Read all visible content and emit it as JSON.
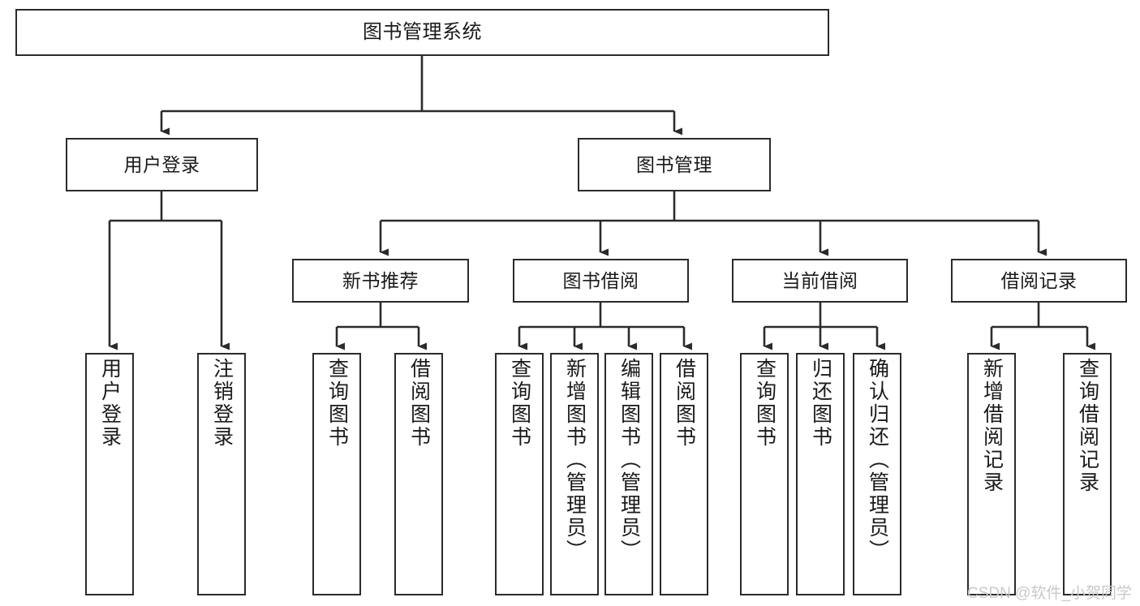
{
  "diagram": {
    "title": "图书管理系统",
    "type": "tree-hierarchy",
    "watermark": "CSDN @软件_小贺同学",
    "colors": {
      "box_border": "#2b2b2b",
      "box_fill": "#ffffff",
      "edge": "#2b2b2b",
      "text": "#1a1a1a",
      "watermark": "#c9c9c9",
      "background": "#ffffff"
    },
    "nodes": {
      "root": {
        "label": "图书管理系统"
      },
      "level2": [
        {
          "id": "user-login",
          "label": "用户登录"
        },
        {
          "id": "book-manage",
          "label": "图书管理"
        }
      ],
      "level3": [
        {
          "id": "new-book-recommend",
          "label": "新书推荐"
        },
        {
          "id": "book-borrow",
          "label": "图书借阅"
        },
        {
          "id": "current-borrow",
          "label": "当前借阅"
        },
        {
          "id": "borrow-record",
          "label": "借阅记录"
        }
      ],
      "leaves": {
        "user_login": [
          {
            "id": "leaf-user-login",
            "label": "用户登录"
          },
          {
            "id": "leaf-logout-login",
            "label": "注销登录"
          }
        ],
        "new_book_recommend": [
          {
            "id": "leaf-query-book-1",
            "label": "查询图书"
          },
          {
            "id": "leaf-borrow-book-1",
            "label": "借阅图书"
          }
        ],
        "book_borrow": [
          {
            "id": "leaf-query-book-2",
            "label": "查询图书"
          },
          {
            "id": "leaf-add-book",
            "label": "新增图书（管理员）"
          },
          {
            "id": "leaf-edit-book",
            "label": "编辑图书（管理员）"
          },
          {
            "id": "leaf-borrow-book-2",
            "label": "借阅图书"
          }
        ],
        "current_borrow": [
          {
            "id": "leaf-query-book-3",
            "label": "查询图书"
          },
          {
            "id": "leaf-return-book",
            "label": "归还图书"
          },
          {
            "id": "leaf-confirm-return",
            "label": "确认归还（管理员）"
          }
        ],
        "borrow_record": [
          {
            "id": "leaf-add-record",
            "label": "新增借阅记录"
          },
          {
            "id": "leaf-query-record",
            "label": "查询借阅记录"
          }
        ]
      }
    }
  }
}
